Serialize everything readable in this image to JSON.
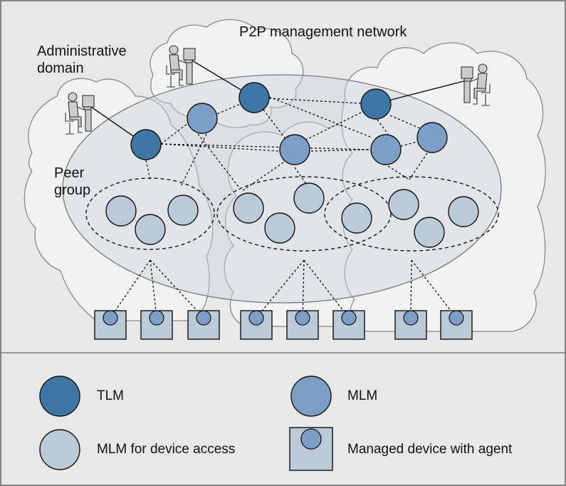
{
  "labels": {
    "network_title": "P2P management network",
    "admin_domain_line1": "Administrative",
    "admin_domain_line2": "domain",
    "peer_group_line1": "Peer",
    "peer_group_line2": "group"
  },
  "legend": {
    "tlm": "TLM",
    "mlm": "MLM",
    "mlm_device": "MLM for device access",
    "managed_device": "Managed device with agent"
  },
  "colors": {
    "background": "#e8e8e8",
    "cloud_fill": "#f2f2f2",
    "tlm": "#3e76a6",
    "mlm": "#7b9fc7",
    "mlm_device": "#bacad9",
    "device": "#bacad9"
  }
}
